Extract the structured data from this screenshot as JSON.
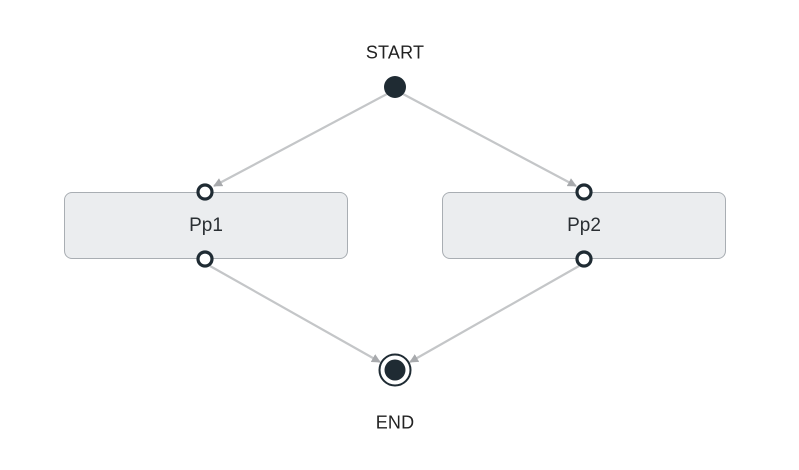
{
  "diagram": {
    "start": {
      "label": "START"
    },
    "end": {
      "label": "END"
    },
    "nodes": [
      {
        "id": "pp1",
        "label": "Pp1"
      },
      {
        "id": "pp2",
        "label": "Pp2"
      }
    ],
    "edges": [
      {
        "from": "start",
        "to": "pp1"
      },
      {
        "from": "start",
        "to": "pp2"
      },
      {
        "from": "pp1",
        "to": "end"
      },
      {
        "from": "pp2",
        "to": "end"
      }
    ]
  },
  "colors": {
    "edge": "#c4c6c8",
    "arrowhead": "#a8aaad",
    "terminal": "#1f2b33",
    "node_fill": "#ebedef",
    "node_border": "#a9aeb3"
  }
}
